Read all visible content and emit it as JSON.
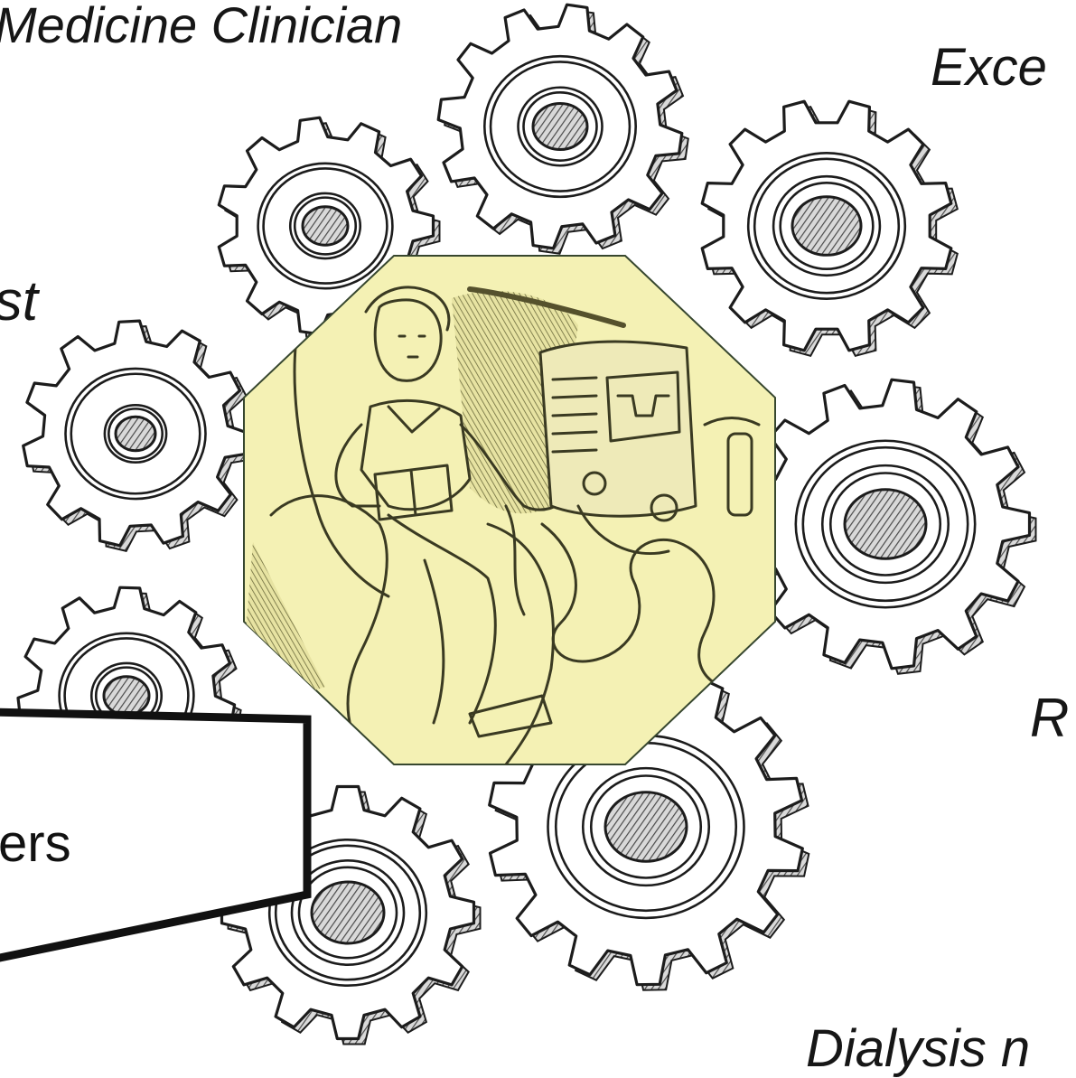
{
  "labels": {
    "top_left": "Medicine Clinician",
    "top_right": "Exce",
    "left": "ist",
    "right": "R",
    "bottom": "Dialysis n"
  },
  "callout": {
    "text": "ers"
  },
  "illustration": {
    "subject": "patient reading in chair beside dialysis machine",
    "panel_fill": "#f4f1b4",
    "panel_stroke": "#37472f"
  },
  "colors": {
    "background": "#ffffff",
    "gear_stroke": "#1c1c1c",
    "gear_shade": "#5a5a5a"
  }
}
